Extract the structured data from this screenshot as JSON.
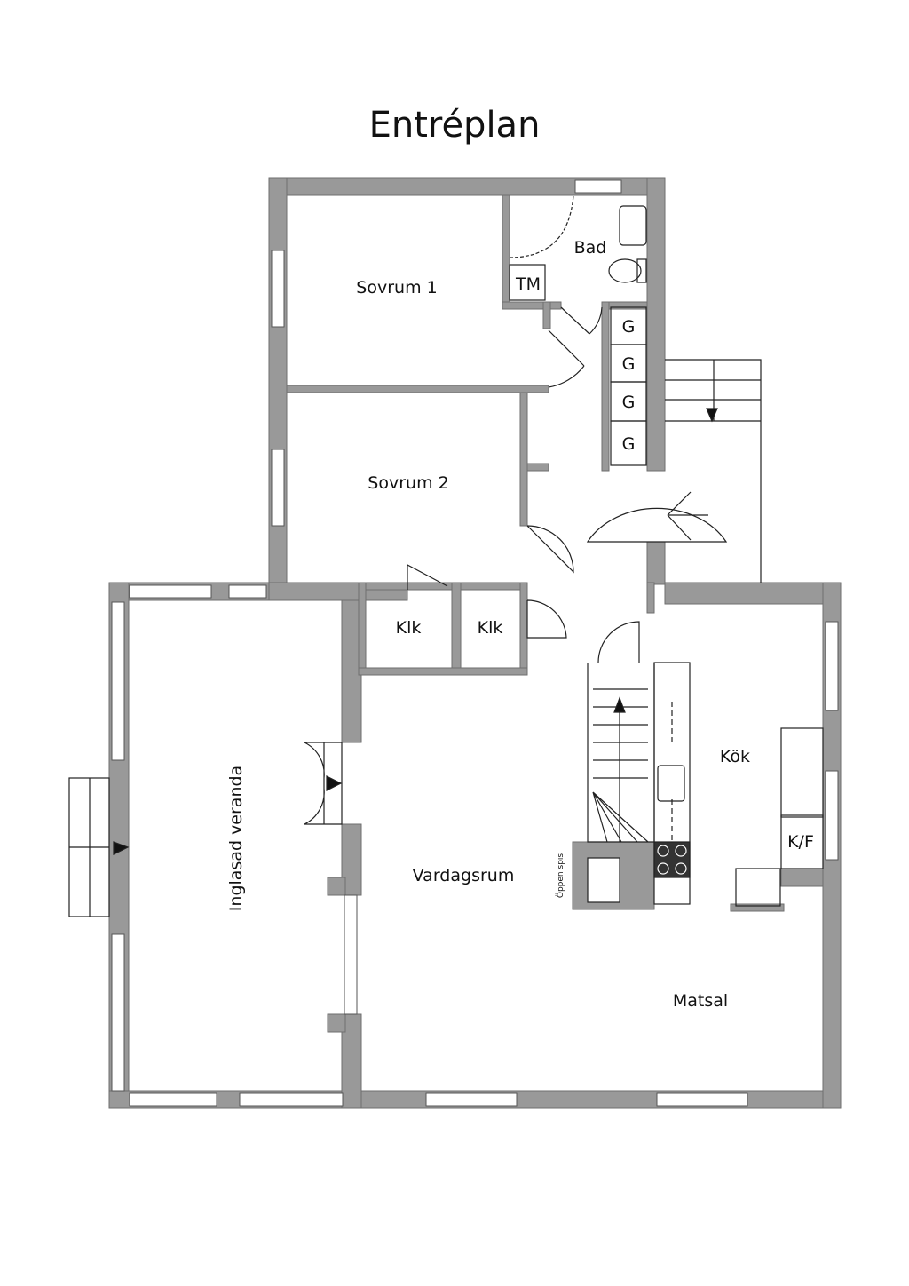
{
  "title": "Entréplan",
  "colors": {
    "wall": "#999999",
    "wall_edge": "#6e6e6e",
    "line": "#222222",
    "window": "#ffffff"
  },
  "rooms": {
    "sovrum1": "Sovrum 1",
    "bad": "Bad",
    "tm": "TM",
    "sovrum2": "Sovrum 2",
    "klk1": "Klk",
    "klk2": "Klk",
    "inglasad_veranda": "Inglasad veranda",
    "vardagsrum": "Vardagsrum",
    "kok": "Kök",
    "kf": "K/F",
    "oppen_spis": "Öppen spis",
    "matsal": "Matsal"
  },
  "wardrobes": [
    "G",
    "G",
    "G",
    "G"
  ]
}
